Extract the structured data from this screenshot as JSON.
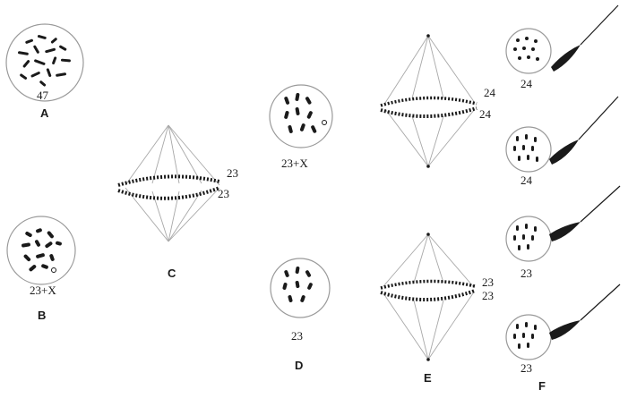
{
  "figure": {
    "panels": [
      {
        "id": "A",
        "caption": "A",
        "counts": [
          "47"
        ]
      },
      {
        "id": "B",
        "caption": "B",
        "counts": [
          "23+X"
        ]
      },
      {
        "id": "C",
        "caption": "C",
        "counts": [
          "23",
          "23"
        ]
      },
      {
        "id": "D",
        "caption": "D",
        "counts": [
          "23+X",
          "23"
        ]
      },
      {
        "id": "E",
        "caption": "E",
        "counts": [
          "24",
          "24",
          "23",
          "23"
        ]
      },
      {
        "id": "F",
        "caption": "F",
        "counts": [
          "24",
          "24",
          "23",
          "23"
        ]
      }
    ]
  },
  "colors": {
    "ink": "#1a1a1a",
    "outline": "#9a9a9a",
    "spindle": "#a8a8a8"
  }
}
